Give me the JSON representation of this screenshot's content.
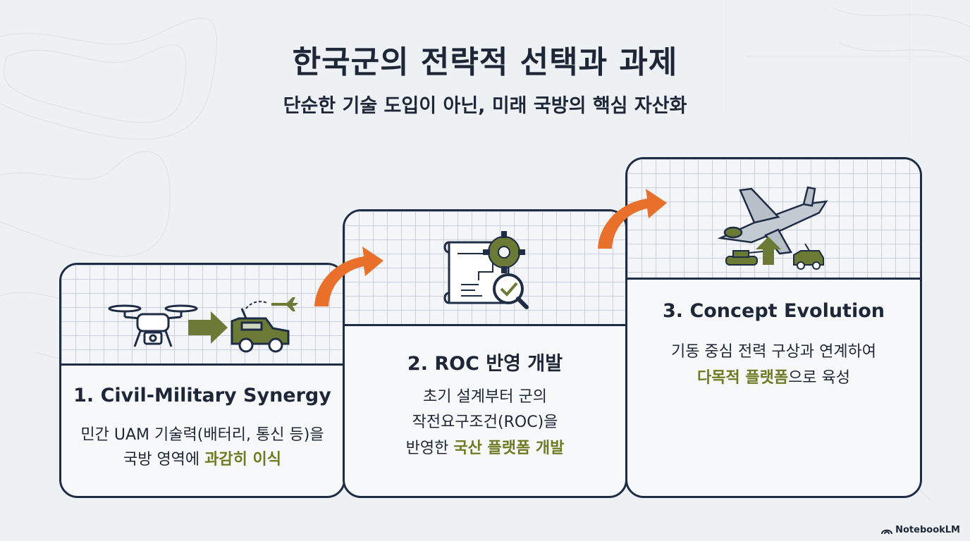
{
  "header": {
    "title": "한국군의 전략적 선택과 과제",
    "subtitle": "단순한 기술 도입이 아닌, 미래 국방의 핵심 자산화"
  },
  "cards": [
    {
      "title": "1. Civil-Military Synergy",
      "line1": "민간 UAM 기술력(배터리, 통신 등)을",
      "line2_plain": "국방 영역에 ",
      "line2_highlight": "과감히 이식",
      "icons": [
        "drone-icon",
        "arrow-right-icon",
        "military-vehicle-icon",
        "airplane-icon"
      ]
    },
    {
      "title": "2. ROC 반영 개발",
      "line1": "초기 설계부터 군의",
      "line2": "작전요구조건(ROC)을",
      "line3_plain": "반영한 ",
      "line3_highlight": "국산 플랫폼 개발",
      "icons": [
        "blueprint-icon",
        "gear-icon",
        "magnifier-check-icon"
      ]
    },
    {
      "title": "3. Concept Evolution",
      "line1": "기동 중심 전력 구상과 연계하여",
      "line2_highlight": "다목적 플랫폼",
      "line2_plain": "으로 육성",
      "icons": [
        "fighter-jet-icon",
        "tank-icon",
        "arrow-up-icon",
        "armored-vehicle-icon"
      ]
    }
  ],
  "colors": {
    "accent_orange": "#e8702a",
    "highlight_olive": "#6f7a22",
    "border_navy": "#1f2c45",
    "military_green": "#6b7a34"
  },
  "brand": {
    "label": "NotebookLM",
    "icon": "notebooklm-icon"
  }
}
